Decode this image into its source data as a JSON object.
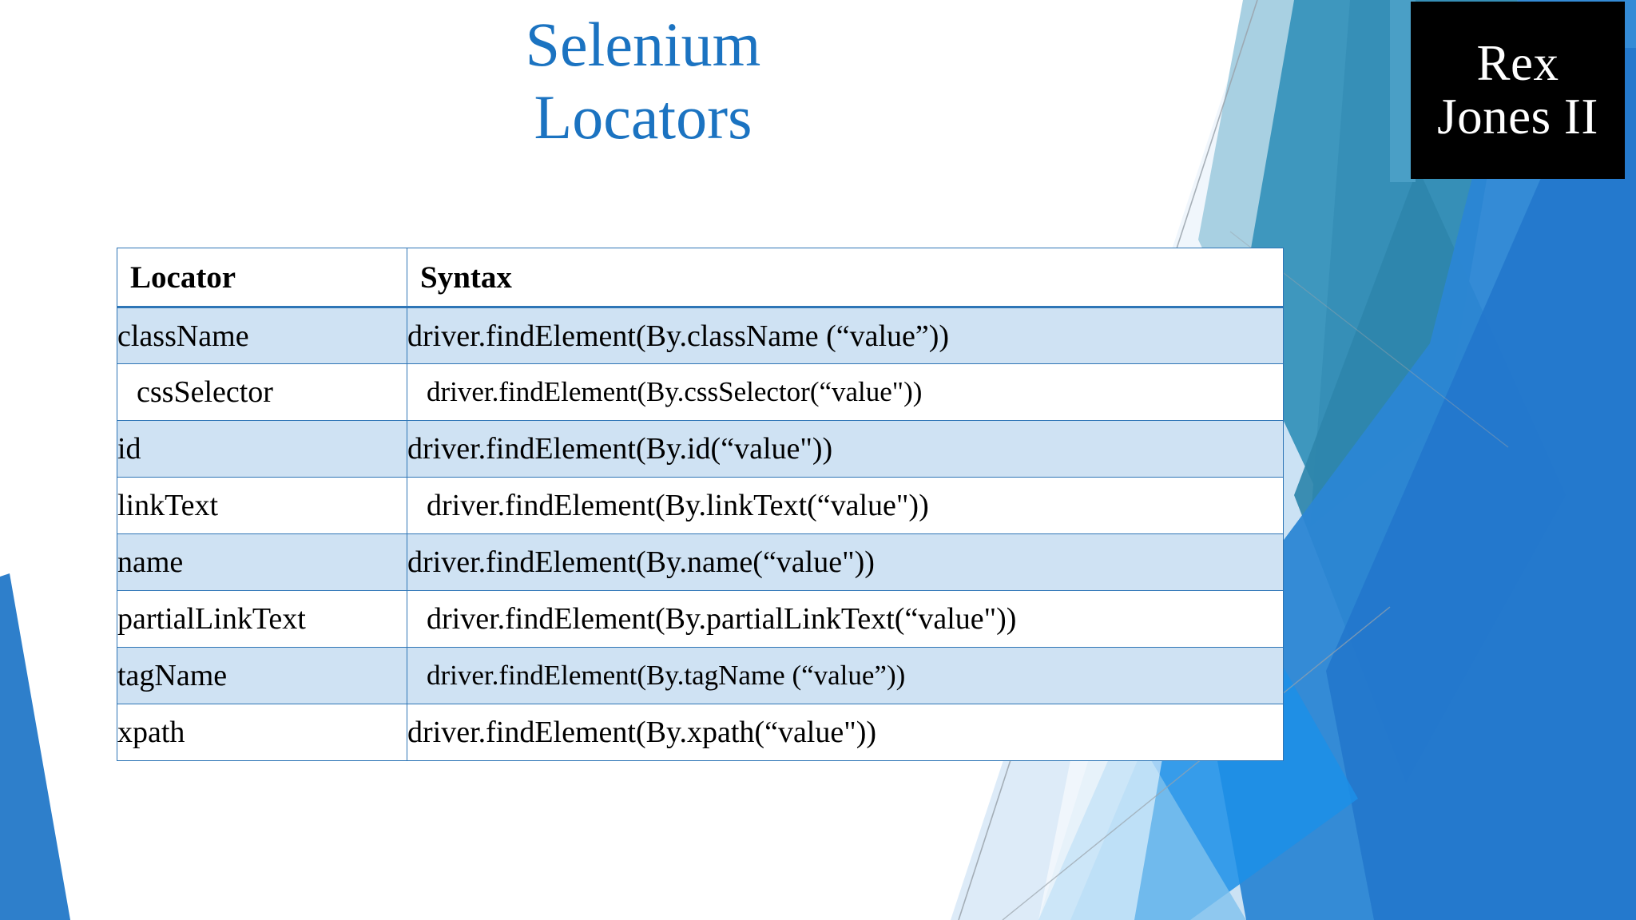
{
  "slide": {
    "title_line1": "Selenium",
    "title_line2": "Locators",
    "title_color": "#1B73C1"
  },
  "logo": {
    "line1": "Rex",
    "line2": "Jones II",
    "background_color": "#000000",
    "text_color": "#FFFFFF"
  },
  "table": {
    "headers": [
      "Locator",
      "Syntax"
    ],
    "header_background": "#FFFFFF",
    "band_color": "#CFE2F3",
    "border_color": "#2E75B6",
    "rows": [
      {
        "locator": "className",
        "syntax": "driver.findElement(By.className (“value”))"
      },
      {
        "locator": "cssSelector",
        "syntax": "driver.findElement(By.cssSelector(“value\"))"
      },
      {
        "locator": "id",
        "syntax": "driver.findElement(By.id(“value\"))"
      },
      {
        "locator": "linkText",
        "syntax": "driver.findElement(By.linkText(“value\"))"
      },
      {
        "locator": "name",
        "syntax": "driver.findElement(By.name(“value\"))"
      },
      {
        "locator": "partialLinkText",
        "syntax": "driver.findElement(By.partialLinkText(“value\"))"
      },
      {
        "locator": "tagName",
        "syntax": "driver.findElement(By.tagName (“value”))"
      },
      {
        "locator": "xpath",
        "syntax": "driver.findElement(By.xpath(“value\"))"
      }
    ]
  },
  "decoration": {
    "palette": {
      "teal": "#3E97BE",
      "teal_dark": "#2E86AB",
      "blue_mid": "#2B86D4",
      "blue_bright": "#1C8FE8",
      "blue_deep": "#2277CC",
      "blue_royal": "#2E7FCB",
      "pale_blue": "#CBE2F4",
      "pale_blue_light": "#DDEBF8",
      "sky": "#7FC2EE",
      "hairline": "#9AA3AB"
    }
  }
}
